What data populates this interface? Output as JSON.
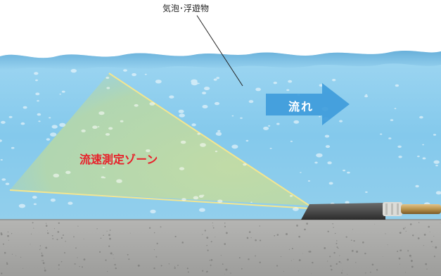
{
  "labels": {
    "bubbles": "気泡･浮遊物",
    "flow": "流れ",
    "measurement_zone": "流速測定ゾーン"
  },
  "colors": {
    "water": "#7ec6ea",
    "zone_fill": "#b9d9a6",
    "zone_edge": "#f2e28a",
    "arrow": "#3a9ad8",
    "zone_text": "#e8202a",
    "concrete": "#a9a9a7"
  }
}
